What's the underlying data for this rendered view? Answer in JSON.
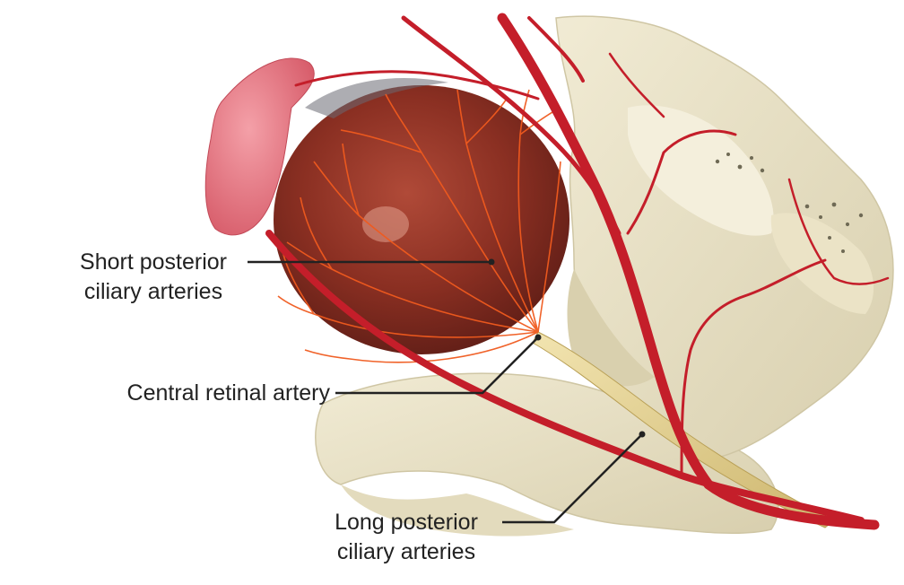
{
  "labels": {
    "short_posterior": {
      "line1": "Short posterior",
      "line2": "ciliary arteries"
    },
    "central_retinal": {
      "line1": "Central retinal artery"
    },
    "long_posterior": {
      "line1": "Long posterior",
      "line2": "ciliary arteries"
    }
  },
  "colors": {
    "bone": "#e9e2c8",
    "bone_shadow": "#cfc6a4",
    "eyeball": "#8a2f22",
    "eyeball_highlight": "#b04a38",
    "artery": "#c41e2a",
    "ciliary_branch": "#f05a1e",
    "optic_nerve": "#e8d79a",
    "gland": "#e87a86",
    "leader_line": "#222222"
  }
}
